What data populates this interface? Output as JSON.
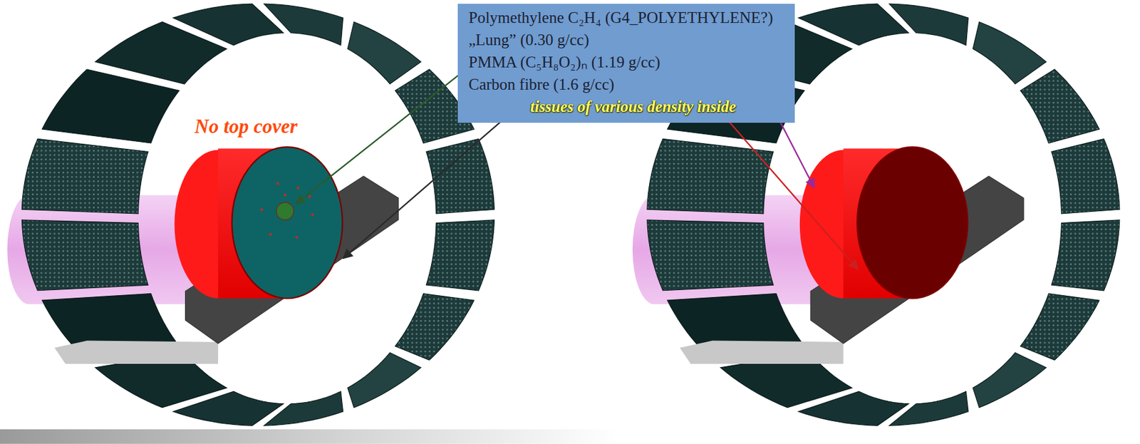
{
  "diagram": {
    "nodes": [
      {
        "text": [
          "Polymethylene C₂H₄ (G4_POLYETHYLENE?)",
          "„Lung” (0.30 g/cc)",
          "PMMA (C₅H₈O₂)ₙ (1.19 g/cc)",
          "Carbon fibre (1.6 g/cc)",
          "tissues of various density inside"
        ]
      }
    ],
    "labels": [
      "No top cover"
    ]
  }
}
